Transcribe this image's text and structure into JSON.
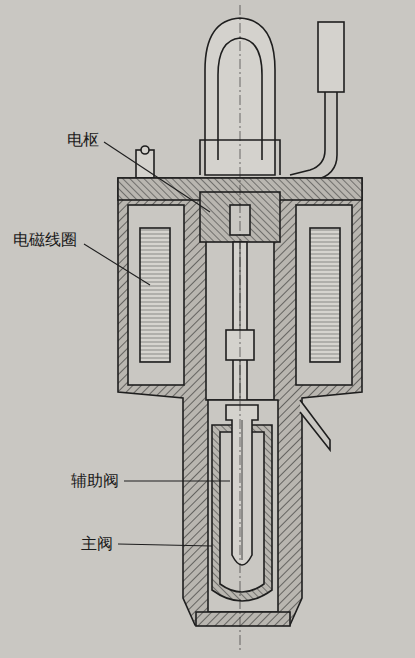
{
  "diagram": {
    "labels": [
      "电枢",
      "电磁线圈",
      "辅助阀",
      "主阀"
    ]
  }
}
